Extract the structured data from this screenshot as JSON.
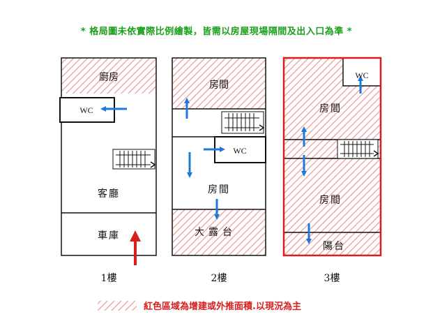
{
  "notice": "* 格局圖未依實際比例繪製，皆需以房屋現場隔間及出入口為準 *",
  "legend": {
    "text": "紅色區域為增建或外推面積.以現況為主"
  },
  "colors": {
    "notice": "#1aa01a",
    "legend_text": "#d81e1e",
    "added_area_border": "#d81e1e",
    "arrow_blue": "#1e78dc",
    "arrow_red": "#d81e1e",
    "hatch": "#f2a9a9"
  },
  "floors": [
    {
      "label": "1樓",
      "rooms": {
        "kitchen": "廚房",
        "wc": "WC",
        "living": "客廳",
        "garage": "車庫"
      }
    },
    {
      "label": "2樓",
      "rooms": {
        "room_top": "房間",
        "wc": "WC",
        "room_mid": "房間",
        "terrace": "大露台"
      }
    },
    {
      "label": "3樓",
      "rooms": {
        "wc": "WC",
        "room_top": "房間",
        "room_bottom": "房間",
        "balcony": "陽台"
      }
    }
  ]
}
